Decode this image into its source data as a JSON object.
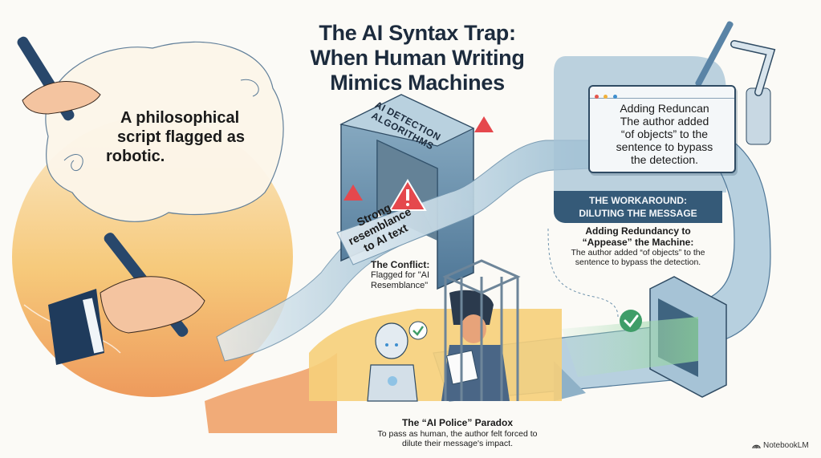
{
  "title": {
    "lines": [
      "The AI Syntax Trap:",
      "When Human Writing",
      "Mimics Machines"
    ]
  },
  "speech_bubble": {
    "lines": [
      "A philosophical",
      "script flagged as",
      "robotic."
    ]
  },
  "detection_gate": {
    "label_lines": [
      "AI DETECTION",
      "ALGORITHMS"
    ],
    "icon": "warning-triangle-icon",
    "accent_color": "#e5484d"
  },
  "text_stream": {
    "label_lines": [
      "Strong",
      "resemblance",
      "to AI text"
    ]
  },
  "conflict": {
    "heading": "The Conflict:",
    "body": "Flagged for \"AI Resemblance\""
  },
  "editor_window": {
    "lines": [
      "Adding Reduncan",
      "The author added",
      "“of objects” to the",
      "sentence to bypass",
      "the detection."
    ],
    "dot_colors": [
      "#e5574d",
      "#f2b13b",
      "#3f8fcf"
    ]
  },
  "workaround": {
    "banner_lines": [
      "THE WORKAROUND:",
      "DILUTING THE MESSAGE"
    ],
    "heading_lines": [
      "Adding Redundancy to",
      "“Appease” the Machine:"
    ],
    "body": "The author added “of objects” to the sentence to bypass the detection.",
    "banner_color": "#355a78"
  },
  "paradox": {
    "heading": "The “AI Police” Paradox",
    "body": "To pass as human, the author felt forced to dilute their message's impact.",
    "check_icon": "check-circle-icon",
    "check_color": "#3f9d68"
  },
  "brand": {
    "icon": "notebooklm-logo-icon",
    "label": "NotebookLM"
  },
  "palette": {
    "warm_orange": "#f0a057",
    "warm_yellow": "#f6cf7a",
    "stream_blue": "#a9c8da",
    "navy": "#1c2b3d"
  }
}
